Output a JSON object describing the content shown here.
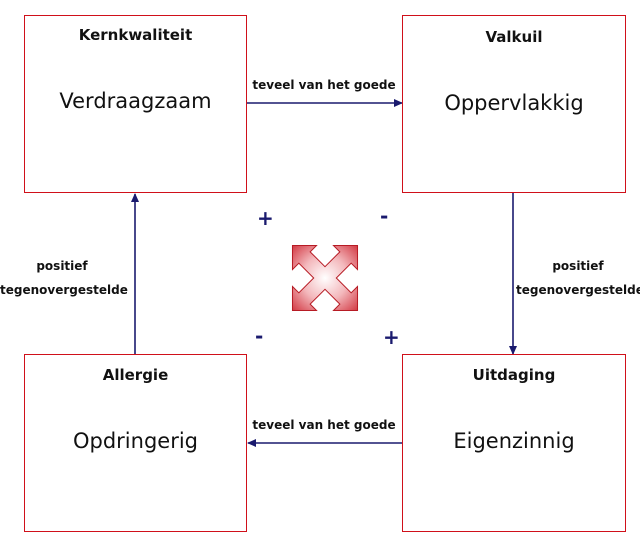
{
  "quadrant": {
    "core_quality": {
      "title": "Kernkwaliteit",
      "value": "Verdraagzaam"
    },
    "pitfall": {
      "title": "Valkuil",
      "value": "Oppervlakkig"
    },
    "allergy": {
      "title": "Allergie",
      "value": "Opdringerig"
    },
    "challenge": {
      "title": "Uitdaging",
      "value": "Eigenzinnig"
    }
  },
  "arrows": {
    "top": "teveel van het goede",
    "bottom": "teveel van het goede",
    "left": [
      "positief",
      "tegenovergestelde"
    ],
    "right": [
      "positief",
      "tegenovergestelde"
    ]
  },
  "signs": {
    "top_left": "+",
    "top_right": "-",
    "bottom_left": "-",
    "bottom_right": "+"
  },
  "colors": {
    "box_border": "#d0101a",
    "arrow": "#1a1a6e",
    "center_icon": "#cc1f2b"
  },
  "center_icon": "four-way-arrows-icon"
}
